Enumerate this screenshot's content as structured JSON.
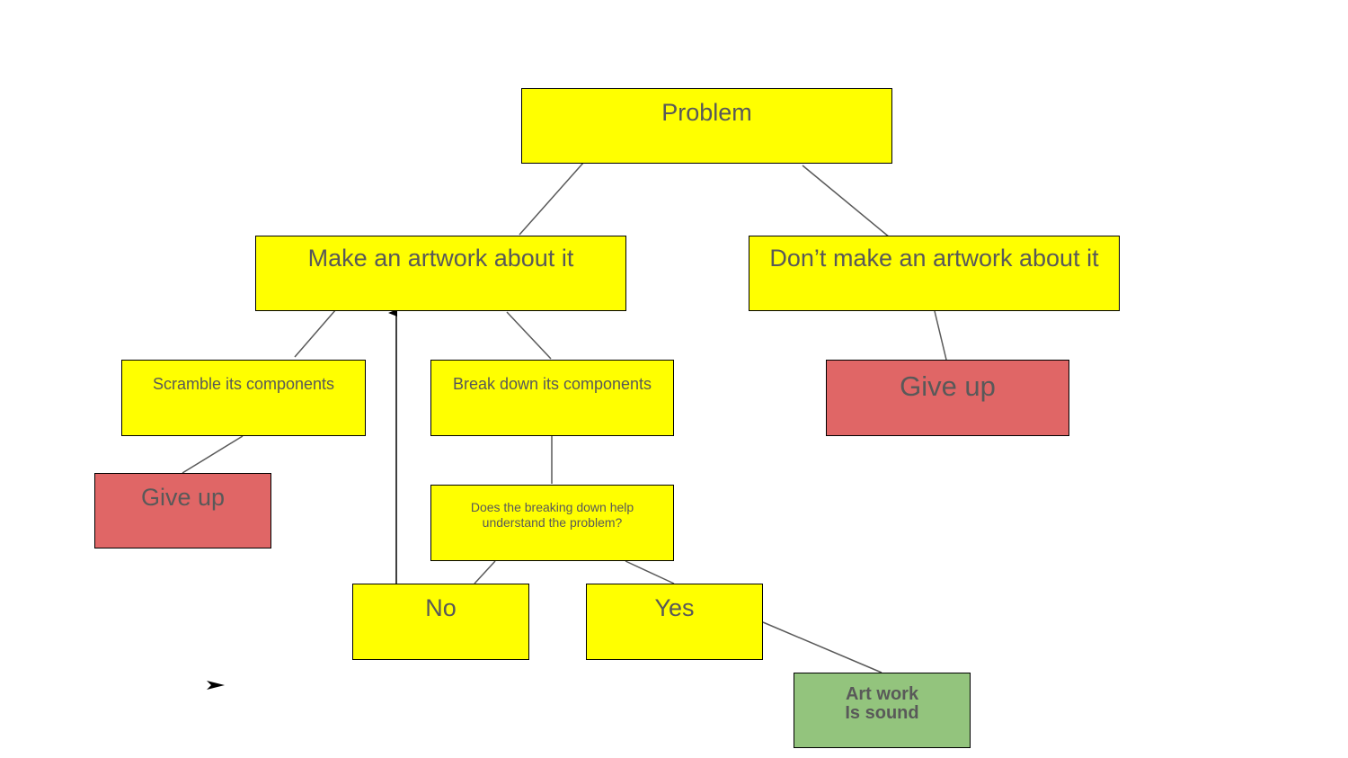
{
  "diagram": {
    "colors": {
      "decision": "#ffff00",
      "negative": "#e06666",
      "positive": "#93c47d",
      "text": "#595959",
      "border": "#000000",
      "connector": "#595959"
    },
    "nodes": {
      "problem": "Problem",
      "make_artwork": "Make an artwork about it",
      "dont_make_artwork": "Don’t make an artwork about it",
      "scramble": "Scramble its components",
      "break_down": "Break down its components",
      "give_up_right": "Give up",
      "give_up_left": "Give up",
      "question": "Does the breaking down help\nunderstand the problem?",
      "no": "No",
      "yes": "Yes",
      "sound": "Art work\nIs sound"
    },
    "edges": [
      {
        "from": "problem",
        "to": "make_artwork"
      },
      {
        "from": "problem",
        "to": "dont_make_artwork"
      },
      {
        "from": "make_artwork",
        "to": "scramble"
      },
      {
        "from": "make_artwork",
        "to": "break_down"
      },
      {
        "from": "dont_make_artwork",
        "to": "give_up_right"
      },
      {
        "from": "scramble",
        "to": "give_up_left"
      },
      {
        "from": "break_down",
        "to": "question"
      },
      {
        "from": "question",
        "to": "no"
      },
      {
        "from": "question",
        "to": "yes"
      },
      {
        "from": "yes",
        "to": "sound"
      },
      {
        "from": "no",
        "to": "make_artwork",
        "arrow": true
      }
    ]
  }
}
